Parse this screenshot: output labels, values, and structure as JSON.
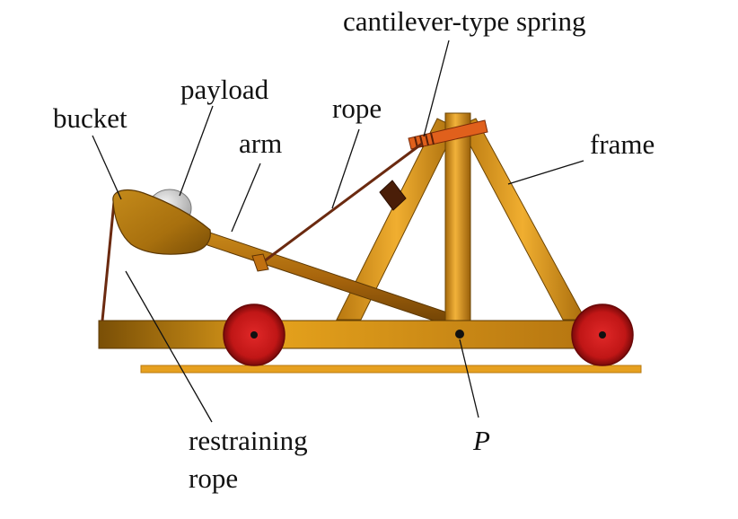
{
  "diagram": {
    "labels": {
      "spring": "cantilever-type spring",
      "payload": "payload",
      "bucket": "bucket",
      "arm": "arm",
      "rope": "rope",
      "frame": "frame",
      "restraining_1": "restraining",
      "restraining_2": "rope",
      "pivot": "P"
    },
    "colors": {
      "wood_light": "#e8a21a",
      "wood_dark": "#8a5a07",
      "wheel_red": "#c01818",
      "ground": "#e6a020",
      "rope_brown": "#6b2a10",
      "payload_gray": "#cfcfcf",
      "spring_orange": "#e0601c"
    }
  }
}
